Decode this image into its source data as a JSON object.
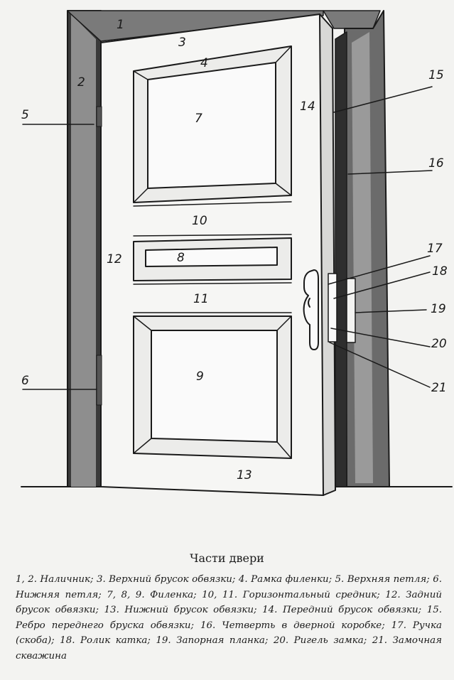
{
  "labels": {
    "l1": "1",
    "l2": "2",
    "l3": "3",
    "l4": "4",
    "l5": "5",
    "l6": "6",
    "l7": "7",
    "l8": "8",
    "l9": "9",
    "l10": "10",
    "l11": "11",
    "l12": "12",
    "l13": "13",
    "l14": "14",
    "l15": "15",
    "l16": "16",
    "l17": "17",
    "l18": "18",
    "l19": "19",
    "l20": "20",
    "l21": "21"
  },
  "caption": {
    "title": "Части двери",
    "text": "1, 2. Наличник; 3. Верхний брусок обвязки; 4. Рамка филенки; 5. Верхняя петля; 6. Нижняя петля; 7, 8, 9. Филенка; 10, 11. Горизонтальный средник; 12. Задний брусок обвязки; 13. Нижний брусок обвязки; 14. Передний брусок обвязки; 15. Ребро переднего бруска обвязки; 16. Четверть в дверной коробке; 17. Ручка (скоба); 18. Ролик катка; 19. Запорная планка; 20. Ригель замка; 21. Замочная скважина"
  }
}
